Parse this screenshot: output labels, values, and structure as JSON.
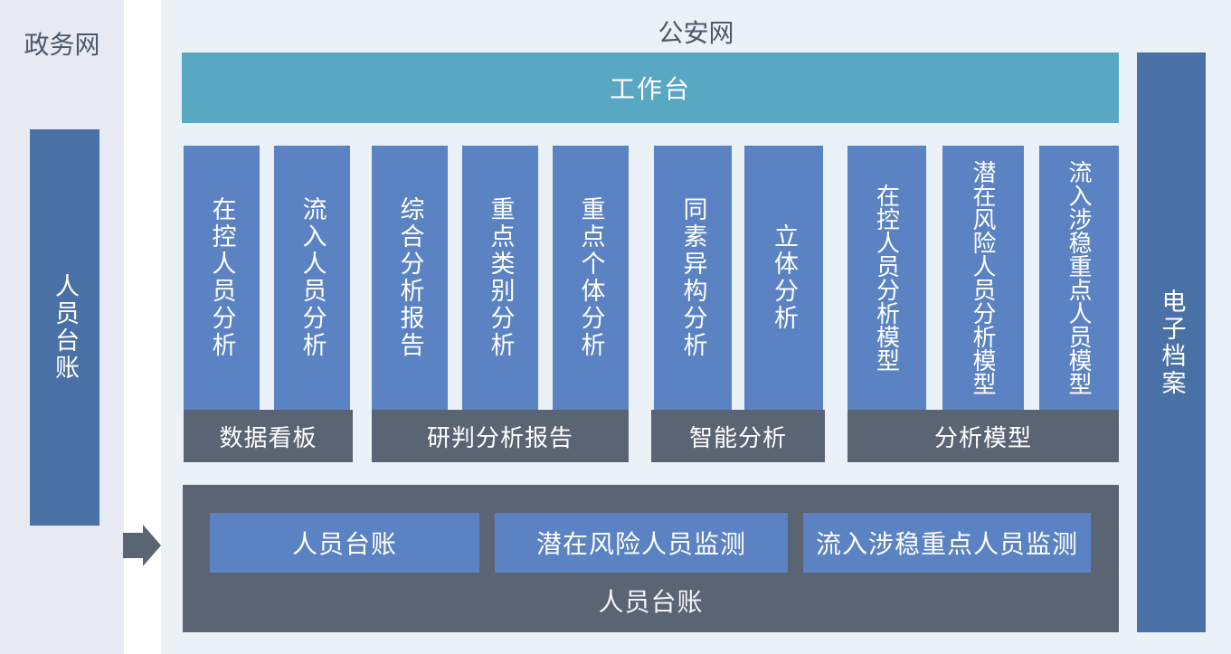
{
  "colors": {
    "left_panel_bg": "#e7eaf3",
    "main_panel_bg": "#eaf2f7",
    "workbench_bg": "#58a7c3",
    "nav_bar_bg": "#4a71a6",
    "column_bg": "#5b82c3",
    "dark_bg": "#5b6473",
    "title_text": "#4e5a6a",
    "light_text": "#ffffff"
  },
  "left_panel": {
    "title": "政务网",
    "bar_label": "人员台账"
  },
  "main_panel": {
    "title": "公安网",
    "workbench_label": "工作台",
    "groups": [
      {
        "label": "数据看板",
        "columns": [
          "在控人员分析",
          "流入人员分析"
        ]
      },
      {
        "label": "研判分析报告",
        "columns": [
          "综合分析报告",
          "重点类别分析",
          "重点个体分析"
        ]
      },
      {
        "label": "智能分析",
        "columns": [
          "同素异构分析",
          "立体分析"
        ]
      },
      {
        "label": "分析模型",
        "columns": [
          "在控人员分析模型",
          "潜在风险人员分析模型",
          "流入涉稳重点人员模型"
        ]
      }
    ],
    "bottom_panel": {
      "label": "人员台账",
      "buttons": [
        "人员台账",
        "潜在风险人员监测",
        "流入涉稳重点人员监测"
      ]
    }
  },
  "right_bar": {
    "label": "电子档案"
  },
  "icons": {
    "flow_arrow": "arrow-right-icon"
  }
}
